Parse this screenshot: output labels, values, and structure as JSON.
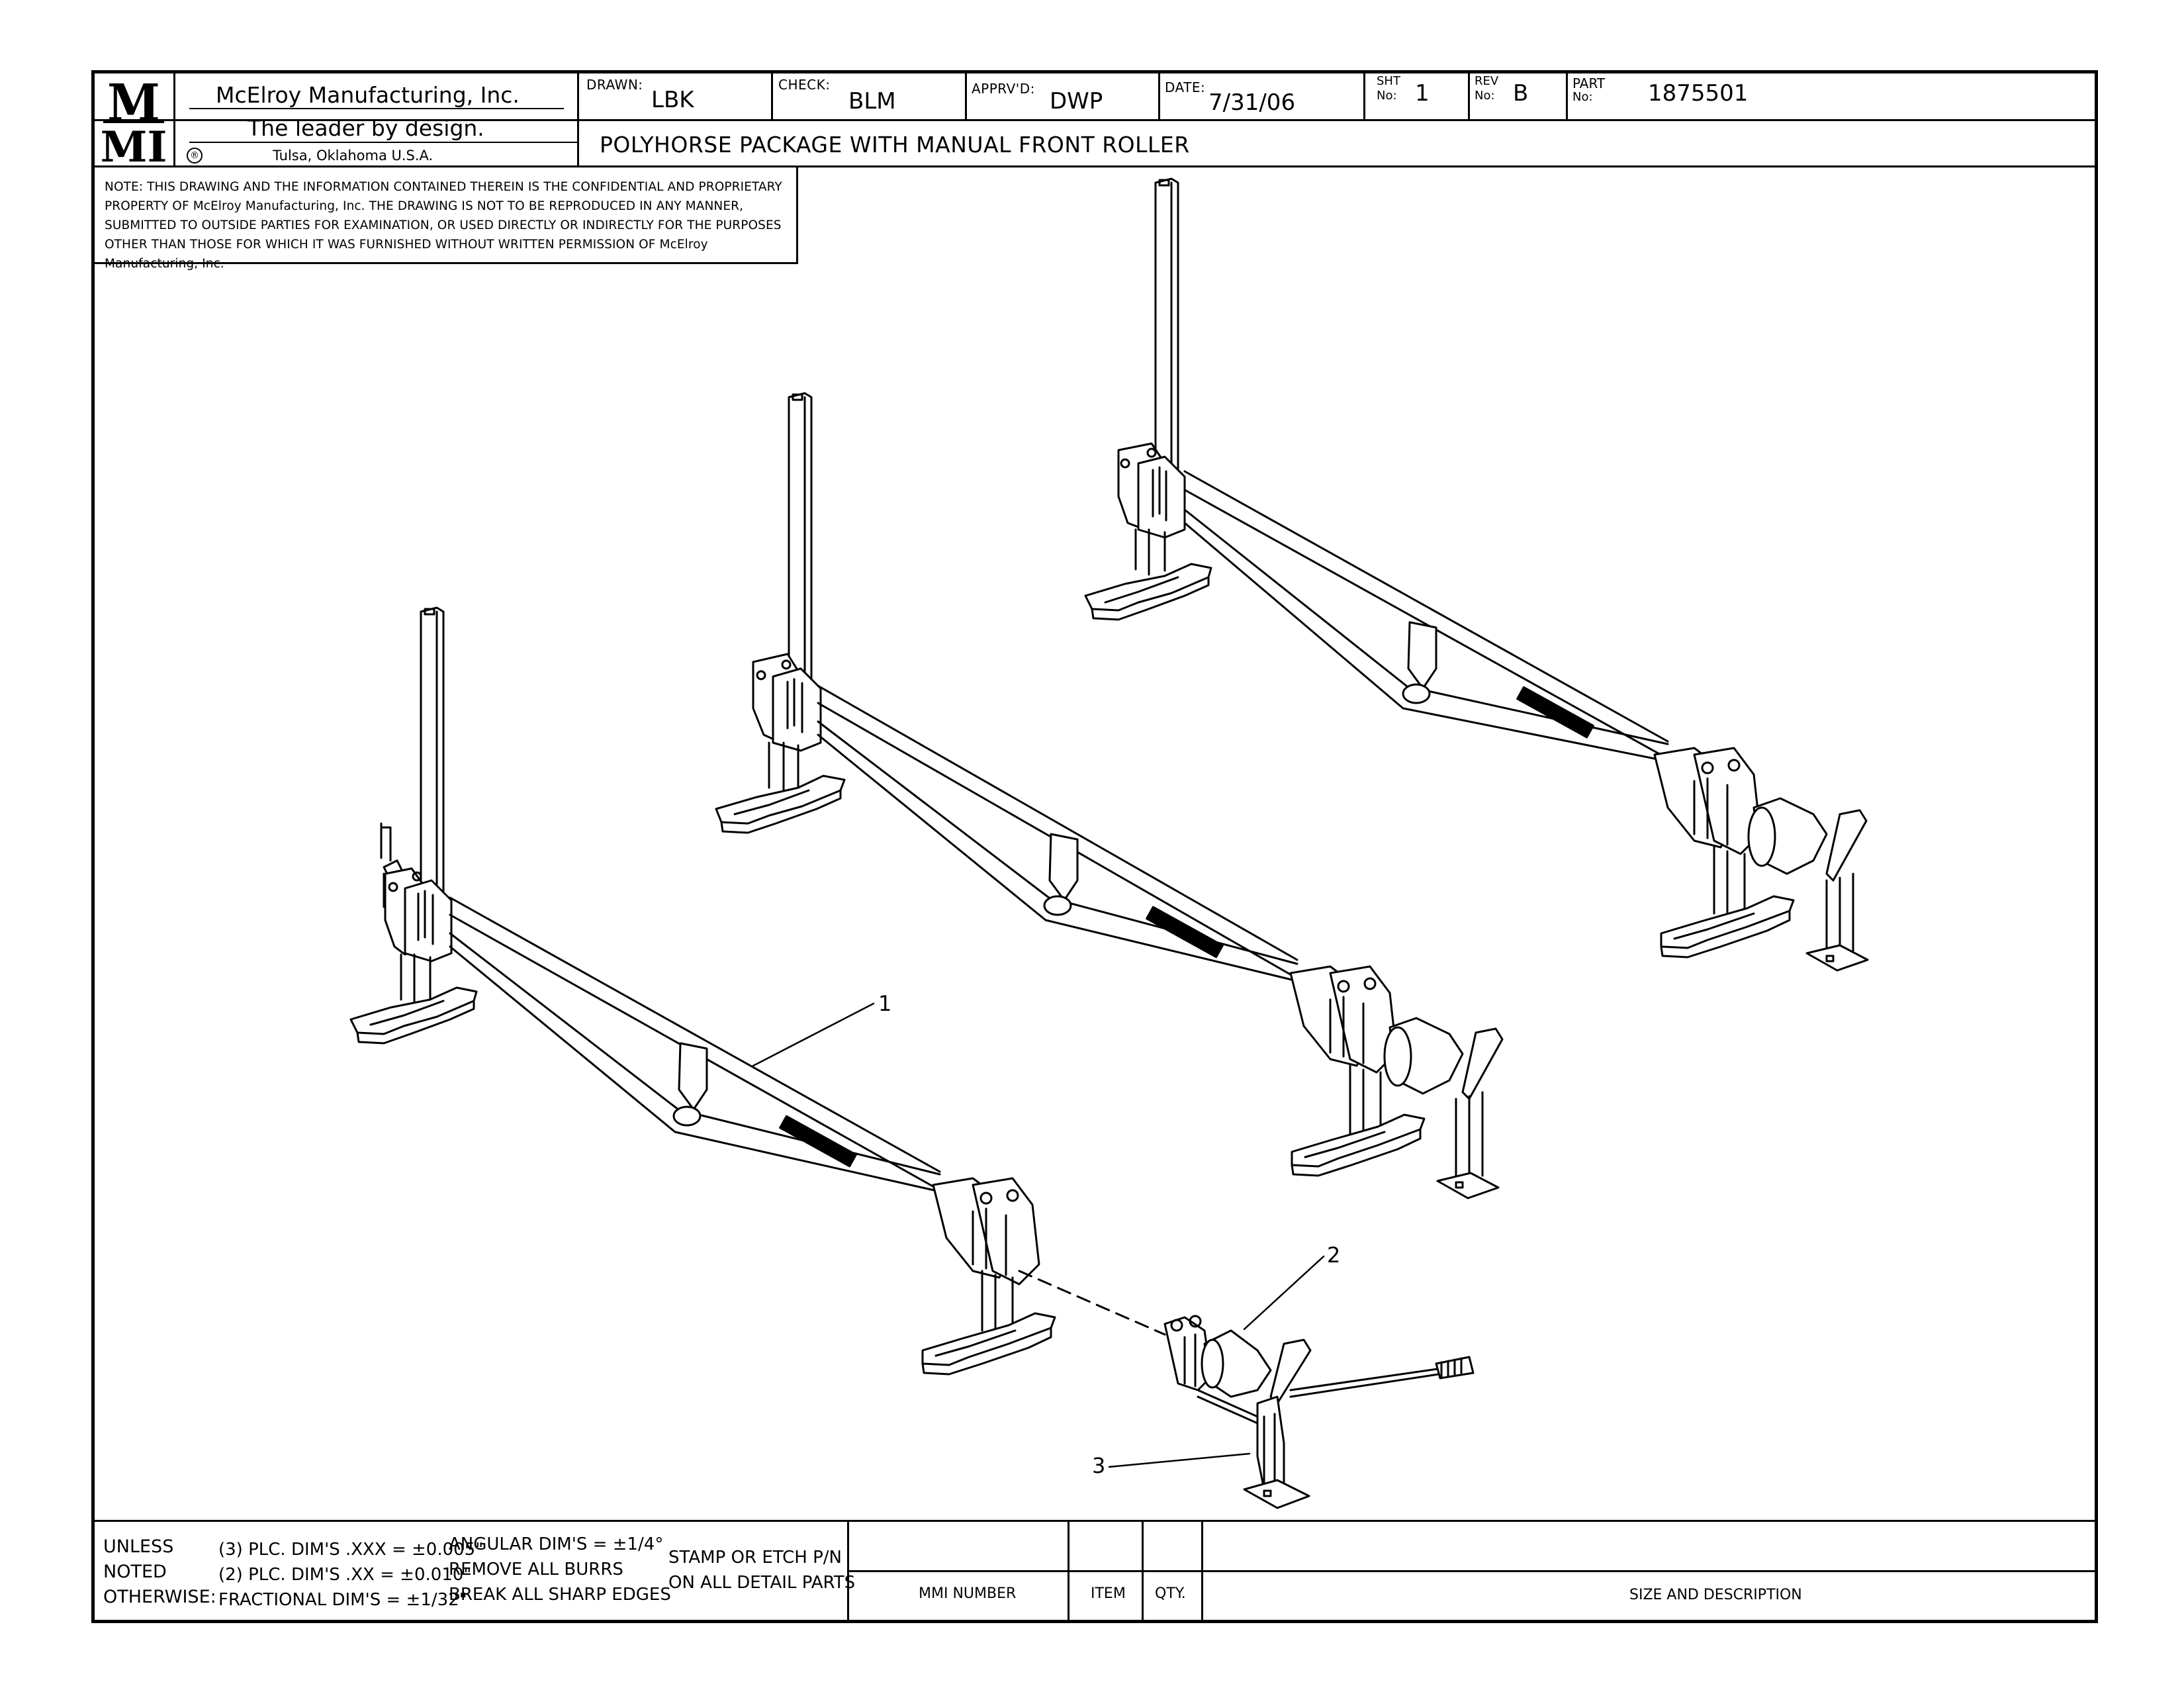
{
  "company": {
    "logo_text": "MMI",
    "name": "McElroy Manufacturing, Inc.",
    "tagline": "The leader by design.",
    "location": "Tulsa, Oklahoma U.S.A.",
    "registered_mark": "®"
  },
  "title_block": {
    "drawn_label": "DRAWN:",
    "drawn": "LBK",
    "check_label": "CHECK:",
    "check": "BLM",
    "apprvd_label": "APPRV'D:",
    "apprvd": "DWP",
    "date_label": "DATE:",
    "date": "7/31/06",
    "sht_label_1": "SHT",
    "sht_label_2": "No:",
    "sht": "1",
    "rev_label_1": "REV",
    "rev_label_2": "No:",
    "rev": "B",
    "part_label_1": "PART",
    "part_label_2": "No:",
    "part": "1875501",
    "title": "POLYHORSE PACKAGE WITH MANUAL FRONT ROLLER"
  },
  "note": "NOTE: THIS DRAWING AND THE INFORMATION CONTAINED THEREIN IS THE CONFIDENTIAL AND PROPRIETARY PROPERTY OF McElroy Manufacturing, Inc. THE DRAWING IS NOT TO BE REPRODUCED IN ANY MANNER, SUBMITTED TO OUTSIDE PARTIES FOR EXAMINATION, OR USED DIRECTLY OR INDIRECTLY FOR THE PURPOSES OTHER THAN THOSE FOR WHICH IT WAS FURNISHED WITHOUT WRITTEN PERMISSION OF McElroy Manufacturing, Inc.",
  "callouts": [
    "1",
    "2",
    "3"
  ],
  "bottom_block": {
    "unless": "UNLESS\nNOTED\nOTHERWISE:",
    "plc_dims": "(3) PLC. DIM'S .XXX = ±0.005\"\n(2) PLC. DIM'S .XX = ±0.010\"\nFRACTIONAL DIM'S = ±1/32\"",
    "angular": "ANGULAR DIM'S = ±1/4°\nREMOVE ALL BURRS\nBREAK ALL SHARP EDGES",
    "stamp": "STAMP OR ETCH P/N\nON ALL DETAIL PARTS",
    "mmi_number_label": "MMI NUMBER",
    "item_label": "ITEM",
    "qty_label": "QTY.",
    "size_desc_label": "SIZE AND DESCRIPTION"
  }
}
